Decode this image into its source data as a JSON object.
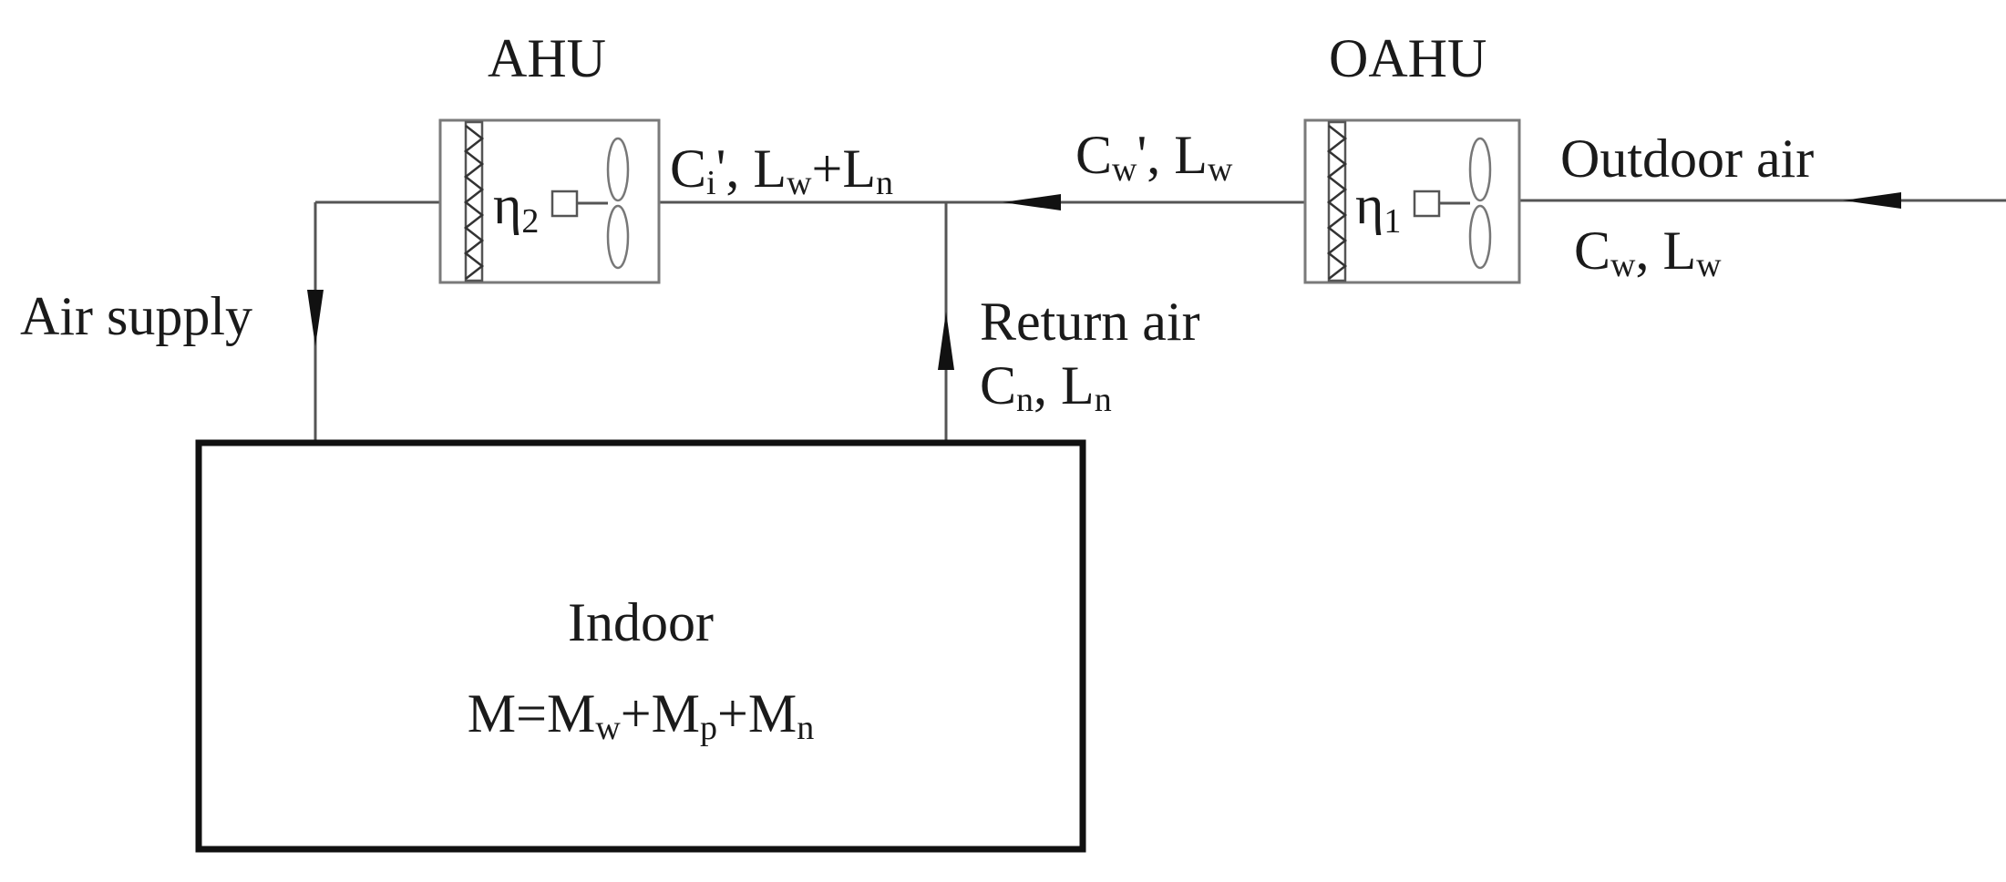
{
  "units": {
    "ahu": {
      "name": "AHU",
      "efficiency": {
        "symbol": "η",
        "sub": "2"
      }
    },
    "oahu": {
      "name": "OAHU",
      "efficiency": {
        "symbol": "η",
        "sub": "1"
      }
    }
  },
  "streams": {
    "mixed": {
      "c": "C",
      "c_sub": "i",
      "c_prime": "'",
      "sep": ", ",
      "l1": "L",
      "l1_sub": "w",
      "plus": "+",
      "l2": "L",
      "l2_sub": "n"
    },
    "pretreated": {
      "c": "C",
      "c_sub": "w",
      "c_prime": "'",
      "sep": ", ",
      "l": "L",
      "l_sub": "w"
    },
    "outdoor": {
      "label": "Outdoor air",
      "c": "C",
      "c_sub": "w",
      "sep": ", ",
      "l": "L",
      "l_sub": "w"
    },
    "supply": {
      "label": "Air supply"
    },
    "return": {
      "label": "Return air",
      "c": "C",
      "c_sub": "n",
      "sep": ", ",
      "l": "L",
      "l_sub": "n"
    }
  },
  "room": {
    "label": "Indoor",
    "eq_lhs": "M=",
    "m1": "M",
    "m1_sub": "w",
    "plus1": "+",
    "m2": "M",
    "m2_sub": "p",
    "plus2": "+",
    "m3": "M",
    "m3_sub": "n"
  }
}
